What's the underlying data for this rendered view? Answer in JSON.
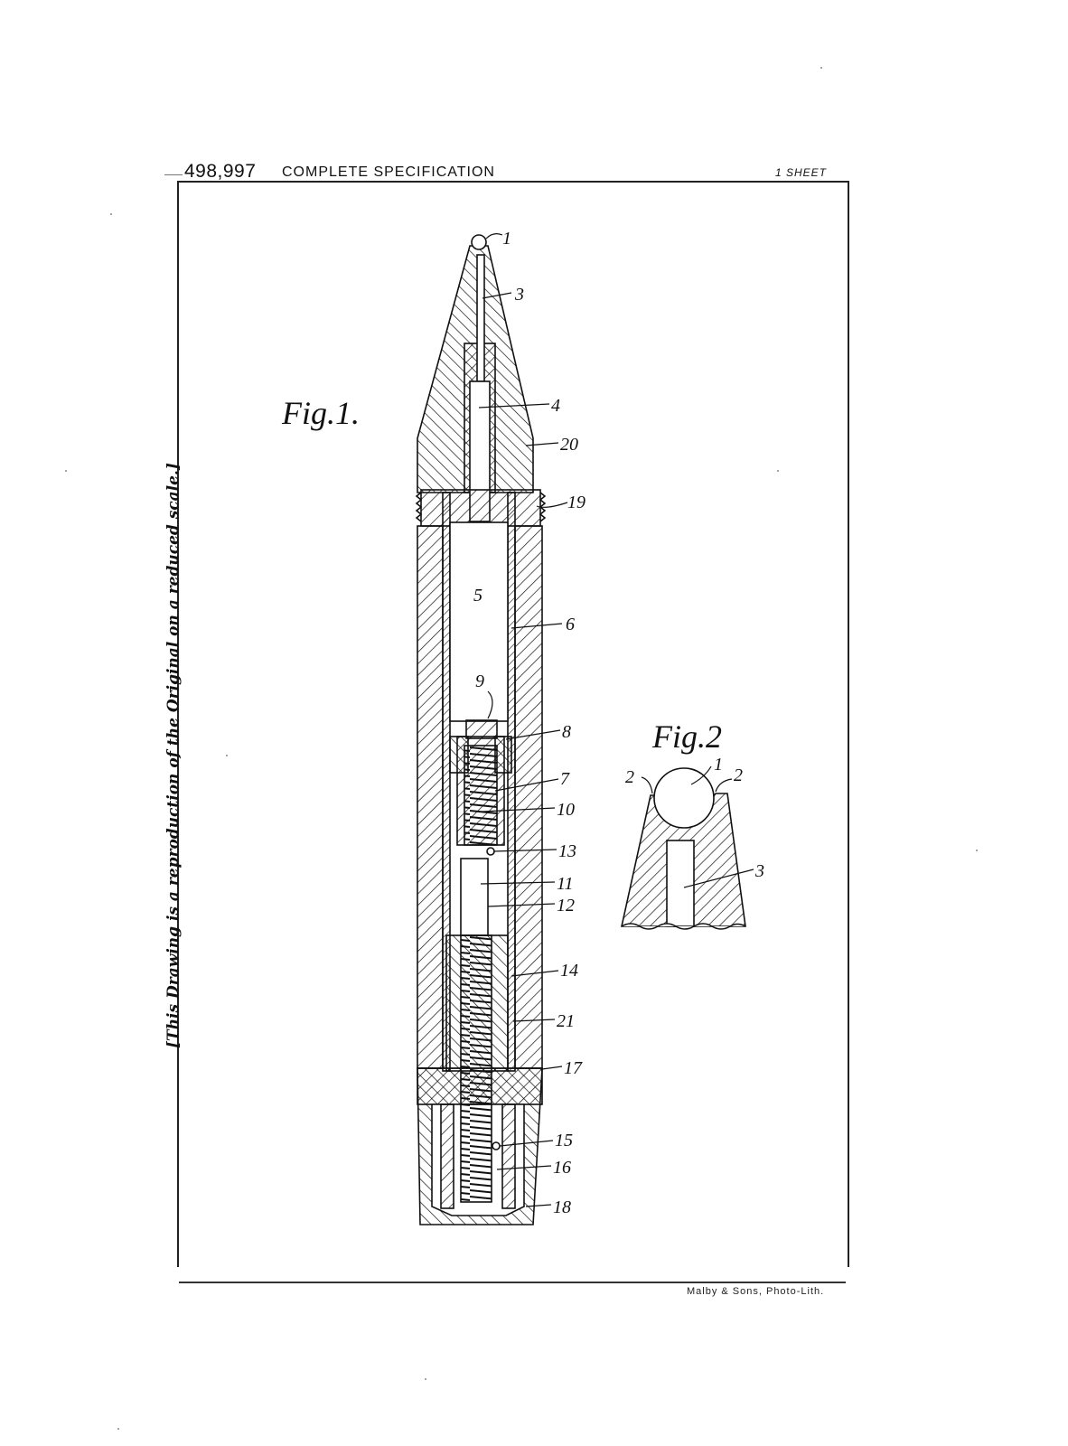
{
  "header": {
    "patent_number": "498,997",
    "title": "COMPLETE SPECIFICATION",
    "sheet": "1 SHEET"
  },
  "side_note": "[This Drawing is a reproduction of the Original on a reduced scale.]",
  "footer": {
    "credit": "Malby & Sons, Photo-Lith."
  },
  "figures": [
    {
      "label": "Fig.1.",
      "description": "Longitudinal section of ball-point writing instrument",
      "reference_numerals": [
        "1",
        "3",
        "4",
        "20",
        "19",
        "5",
        "6",
        "9",
        "8",
        "7",
        "10",
        "13",
        "11",
        "12",
        "14",
        "21",
        "17",
        "15",
        "16",
        "18"
      ]
    },
    {
      "label": "Fig.2",
      "description": "Enlarged section of ball tip",
      "reference_numerals": [
        "2",
        "1",
        "2",
        "3"
      ]
    }
  ],
  "refs": {
    "r1": "1",
    "r3": "3",
    "r4": "4",
    "r20": "20",
    "r19": "19",
    "r5": "5",
    "r6": "6",
    "r9": "9",
    "r8": "8",
    "r7": "7",
    "r10": "10",
    "r13": "13",
    "r11": "11",
    "r12": "12",
    "r14": "14",
    "r21": "21",
    "r17": "17",
    "r15": "15",
    "r16": "16",
    "r18": "18",
    "f2_2a": "2",
    "f2_1": "1",
    "f2_2b": "2",
    "f2_3": "3"
  }
}
